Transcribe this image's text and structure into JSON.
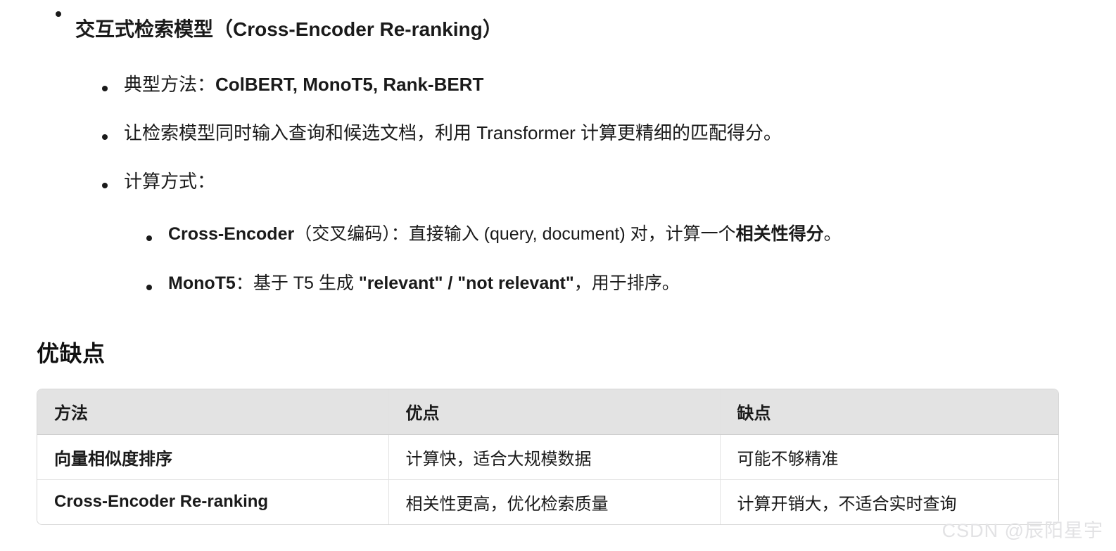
{
  "outline": {
    "items": [
      {
        "level": 1,
        "bullet": "disc",
        "segments": [
          {
            "text": "交互式检索模型（Cross-Encoder Re-ranking）",
            "bold": true
          }
        ],
        "plain": "交互式检索模型（Cross-Encoder Re-ranking）"
      },
      {
        "level": 2,
        "bullet": "disc",
        "segments": [
          {
            "text": "典型方法：",
            "bold": false
          },
          {
            "text": "ColBERT, MonoT5, Rank-BERT",
            "bold": true
          }
        ],
        "plain": "典型方法：ColBERT, MonoT5, Rank-BERT"
      },
      {
        "level": 2,
        "bullet": "disc",
        "segments": [
          {
            "text": "让检索模型同时输入查询和候选文档，利用 Transformer 计算更精细的匹配得分。",
            "bold": false
          }
        ],
        "plain": "让检索模型同时输入查询和候选文档，利用 Transformer 计算更精细的匹配得分。"
      },
      {
        "level": 2,
        "bullet": "disc",
        "segments": [
          {
            "text": "计算方式：",
            "bold": false
          }
        ],
        "plain": "计算方式："
      },
      {
        "level": 3,
        "bullet": "disc",
        "segments": [
          {
            "text": "Cross-Encoder",
            "bold": true
          },
          {
            "text": "（交叉编码）：直接输入 (query, document) 对，计算一个",
            "bold": false
          },
          {
            "text": "相关性得分",
            "bold": true
          },
          {
            "text": "。",
            "bold": false
          }
        ],
        "plain": "Cross-Encoder（交叉编码）：直接输入 (query, document) 对，计算一个相关性得分。"
      },
      {
        "level": 3,
        "bullet": "disc",
        "segments": [
          {
            "text": "MonoT5",
            "bold": true
          },
          {
            "text": "：基于 T5 生成 ",
            "bold": false
          },
          {
            "text": "\"relevant\" / \"not relevant\"",
            "bold": true
          },
          {
            "text": "，用于排序。",
            "bold": false
          }
        ],
        "plain": "MonoT5：基于 T5 生成 \"relevant\" / \"not relevant\"，用于排序。"
      }
    ]
  },
  "section": {
    "heading": "优缺点"
  },
  "table": {
    "headers": [
      "方法",
      "优点",
      "缺点"
    ],
    "rows": [
      [
        "向量相似度排序",
        "计算快，适合大规模数据",
        "可能不够精准"
      ],
      [
        "Cross-Encoder Re-ranking",
        "相关性更高，优化检索质量",
        "计算开销大，不适合实时查询"
      ]
    ],
    "header_bg": "#e3e3e3",
    "border_color": "#d6d6d6"
  },
  "watermark": {
    "text": "CSDN @辰阳星宇",
    "color": "#e2e2e4"
  }
}
